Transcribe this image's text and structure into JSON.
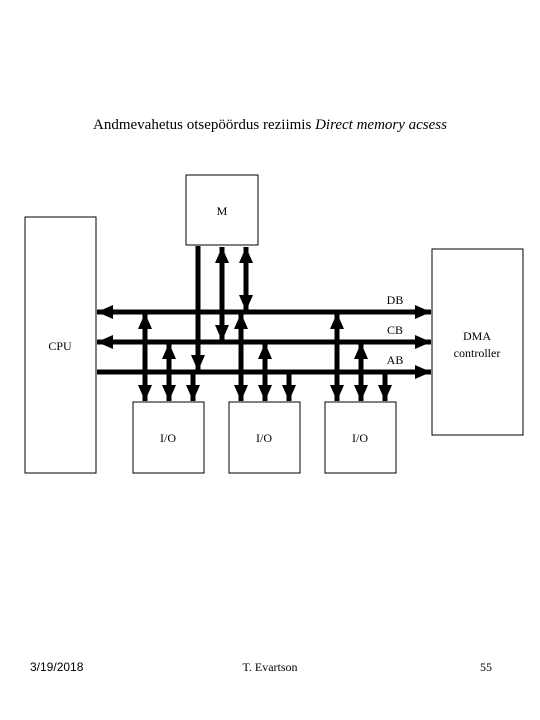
{
  "title": {
    "main": "Andmevahetus otsepöördus reziimis ",
    "italic": "Direct memory acsess"
  },
  "diagram": {
    "memory_label": "M",
    "cpu_label": "CPU",
    "dma_label_line1": "DMA",
    "dma_label_line2": "controller",
    "buses": {
      "data_bus": "DB",
      "control_bus": "CB",
      "address_bus": "AB"
    },
    "io_labels": [
      "I/O",
      "I/O",
      "I/O"
    ]
  },
  "footer": {
    "date": "3/19/2018",
    "author": "T. Evartson",
    "page": "55"
  },
  "colors": {
    "stroke": "#000000",
    "background": "#ffffff"
  }
}
